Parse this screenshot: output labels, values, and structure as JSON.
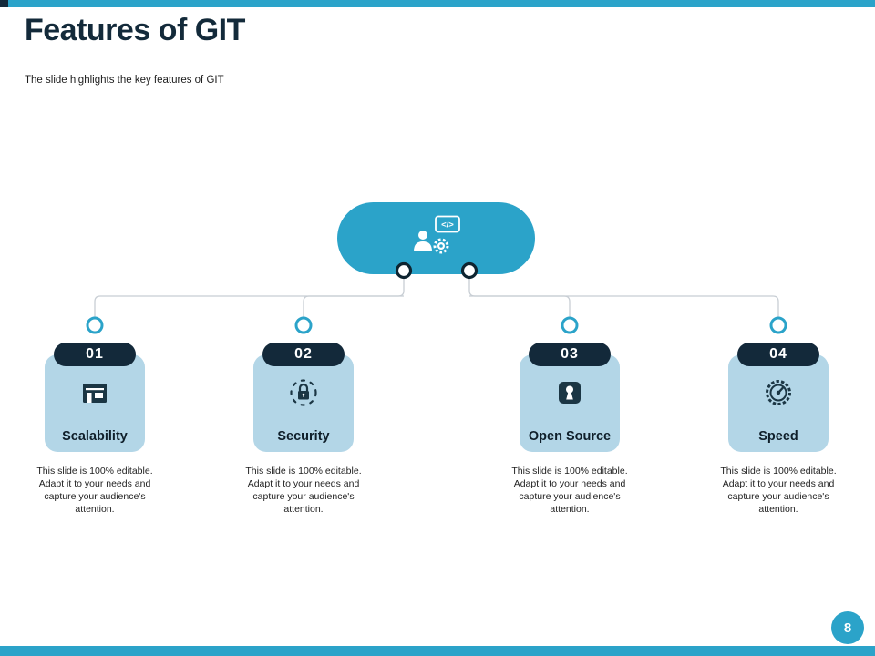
{
  "slide": {
    "title": "Features of GIT",
    "subtitle": "The slide highlights the key features of GIT",
    "page_number": "8"
  },
  "hub": {
    "icon": "developer-code-gear-icon",
    "code_glyph": "</>"
  },
  "cards": [
    {
      "number": "01",
      "label": "Scalability",
      "icon": "storefront-building-icon",
      "description": "This slide is 100% editable. Adapt it to your needs and capture your audience's attention."
    },
    {
      "number": "02",
      "label": "Security",
      "icon": "lock-rays-icon",
      "description": "This slide is 100% editable. Adapt it to your needs and capture your audience's attention."
    },
    {
      "number": "03",
      "label": "Open Source",
      "icon": "keyhole-badge-icon",
      "description": "This slide is 100% editable. Adapt it to your needs and capture your audience's attention."
    },
    {
      "number": "04",
      "label": "Speed",
      "icon": "speedometer-icon",
      "description": "This slide is 100% editable. Adapt it to your needs and capture your audience's attention."
    }
  ],
  "colors": {
    "teal": "#2BA3C9",
    "navy": "#13293a",
    "icon_navy": "#1B3644",
    "card_light_blue": "#B3D6E7",
    "connector_gray": "#c8ced4"
  }
}
